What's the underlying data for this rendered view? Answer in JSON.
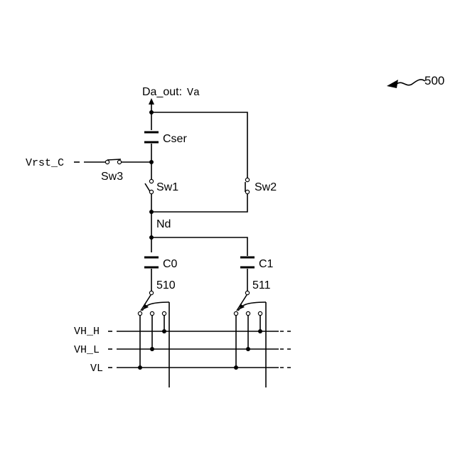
{
  "figure": {
    "ref_number": "500"
  },
  "labels": {
    "output": "Da_out:",
    "output_value": "Va",
    "cser": "Cser",
    "vrst": "Vrst_C",
    "sw3": "Sw3",
    "sw1": "Sw1",
    "sw2": "Sw2",
    "nd": "Nd",
    "c0": "C0",
    "c1": "C1",
    "mux0": "510",
    "mux1": "511",
    "vh_h": "VH_H",
    "vh_l": "VH_L",
    "vl": "VL"
  }
}
